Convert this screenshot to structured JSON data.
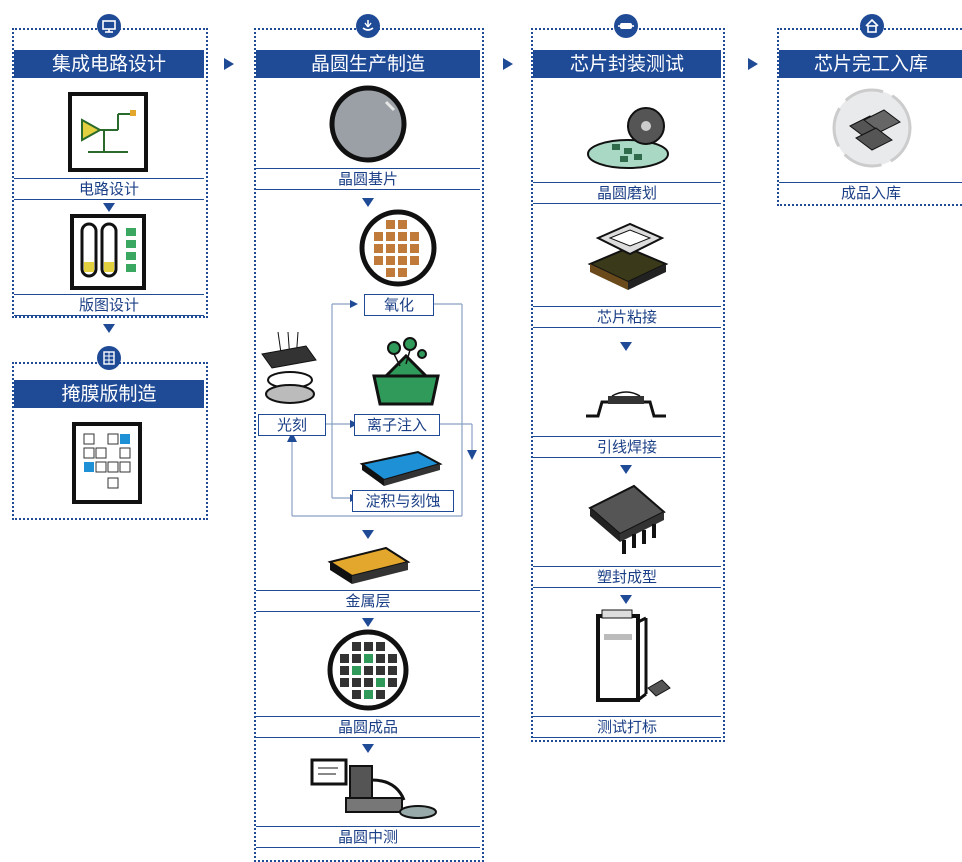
{
  "stages": {
    "ic_design": {
      "title": "集成电路设计",
      "steps": [
        "电路设计",
        "版图设计"
      ]
    },
    "mask": {
      "title": "掩膜版制造"
    },
    "wafer_fab": {
      "title": "晶圆生产制造",
      "steps": [
        "晶圆基片",
        "氧化",
        "光刻",
        "离子注入",
        "淀积与刻蚀",
        "金属层",
        "晶圆成品",
        "晶圆中测"
      ]
    },
    "packaging": {
      "title": "芯片封装测试",
      "steps": [
        "晶圆磨划",
        "芯片粘接",
        "引线焊接",
        "塑封成型",
        "测试打标"
      ]
    },
    "warehouse": {
      "title": "芯片完工入库",
      "steps": [
        "成品入库"
      ]
    }
  },
  "icons": [
    "monitor-icon",
    "grid-icon",
    "wafer-icon",
    "chip-icon",
    "home-icon"
  ],
  "colors": {
    "primary": "#1f4a96",
    "copper": "#c07a3a",
    "accent_blue": "#1e90d6",
    "green": "#2f9a5a",
    "gold": "#e2a72c"
  }
}
